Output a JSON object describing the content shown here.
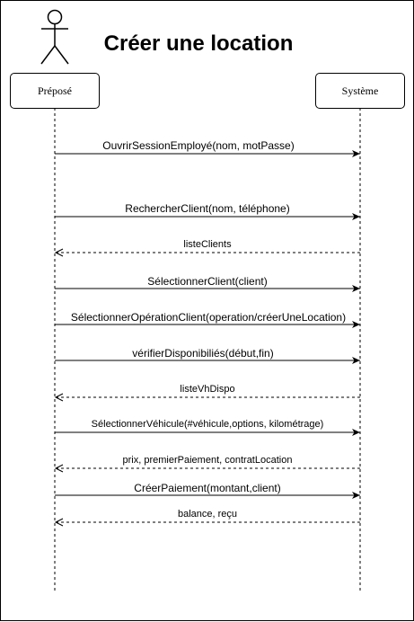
{
  "diagram": {
    "title": "Créer une location",
    "participants": [
      "Préposé",
      "Système"
    ],
    "messages": [
      {
        "label": "OuvrirSessionEmployé(nom, motPasse)",
        "kind": "sync"
      },
      {
        "label": "RechercherClient(nom, téléphone)",
        "kind": "sync"
      },
      {
        "label": "listeClients",
        "kind": "return"
      },
      {
        "label": "SélectionnerClient(client)",
        "kind": "sync"
      },
      {
        "label": "SélectionnerOpérationClient(operation/créerUneLocation)",
        "kind": "sync"
      },
      {
        "label": "vérifierDisponibiliés(début,fin)",
        "kind": "sync"
      },
      {
        "label": "listeVhDispo",
        "kind": "return"
      },
      {
        "label": "SélectionnerVéhicule(#véhicule,options, kilométrage)",
        "kind": "sync"
      },
      {
        "label": "prix, premierPaiement, contratLocation",
        "kind": "return"
      },
      {
        "label": "CréerPaiement(montant,client)",
        "kind": "sync"
      },
      {
        "label": "balance, reçu",
        "kind": "return"
      }
    ]
  }
}
